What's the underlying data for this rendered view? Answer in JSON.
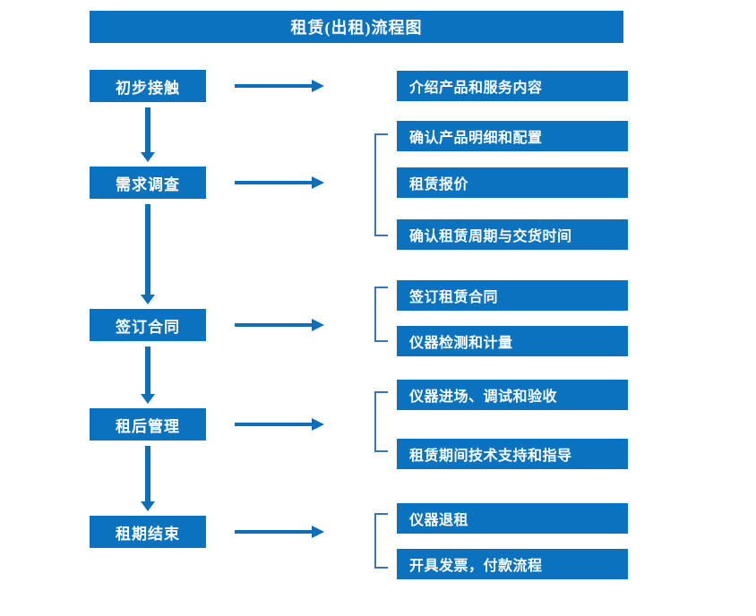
{
  "diagram": {
    "title": "租赁(出租)流程图",
    "colors": {
      "box_fill": "#0B72C0",
      "box_text": "#FFFFFF",
      "arrow": "#0E6EB8",
      "bracket": "#3B74B4",
      "background": "#FFFFFF"
    },
    "stages": [
      {
        "label": "初步接触"
      },
      {
        "label": "需求调查"
      },
      {
        "label": "签订合同"
      },
      {
        "label": "租后管理"
      },
      {
        "label": "租期结束"
      }
    ],
    "details": [
      {
        "label": "介绍产品和服务内容"
      },
      {
        "label": "确认产品明细和配置"
      },
      {
        "label": "租赁报价"
      },
      {
        "label": "确认租赁周期与交货时间"
      },
      {
        "label": "签订租赁合同"
      },
      {
        "label": "仪器检测和计量"
      },
      {
        "label": "仪器进场、调试和验收"
      },
      {
        "label": "租赁期间技术支持和指导"
      },
      {
        "label": "仪器退租"
      },
      {
        "label": "开具发票，付款流程"
      }
    ]
  }
}
